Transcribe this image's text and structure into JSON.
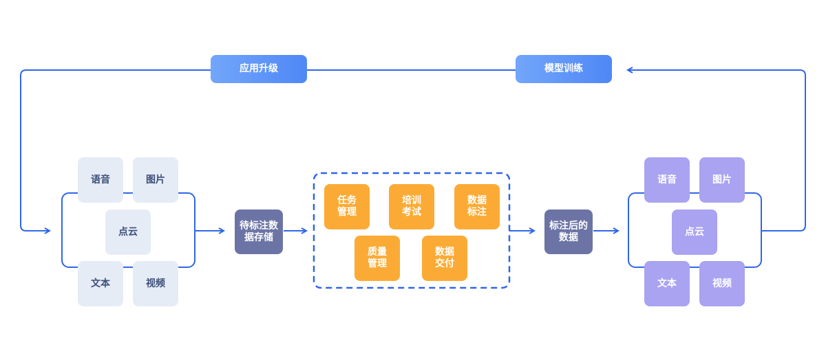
{
  "top_labels": {
    "app_upgrade": "应用升级",
    "model_training": "模型训练"
  },
  "source": {
    "voice": "语音",
    "image": "图片",
    "pointcloud": "点云",
    "text": "文本",
    "video": "视频"
  },
  "stage_pending": "待标注数\n据存储",
  "process": {
    "task_mgmt": "任务\n管理",
    "training_exam": "培训\n考试",
    "data_annotation": "数据\n标注",
    "quality_mgmt": "质量\n管理",
    "data_delivery": "数据\n交付"
  },
  "stage_annotated": "标注后的\n数据",
  "result": {
    "voice": "语音",
    "image": "图片",
    "pointcloud": "点云",
    "text": "文本",
    "video": "视频"
  },
  "colors": {
    "line": "#2f66e8",
    "pill": "#5f93f8",
    "source_box": "#e6ecf6",
    "result_box": "#a9a3f1",
    "process_box": "#fbab35",
    "stage_box": "#6c74a5"
  }
}
